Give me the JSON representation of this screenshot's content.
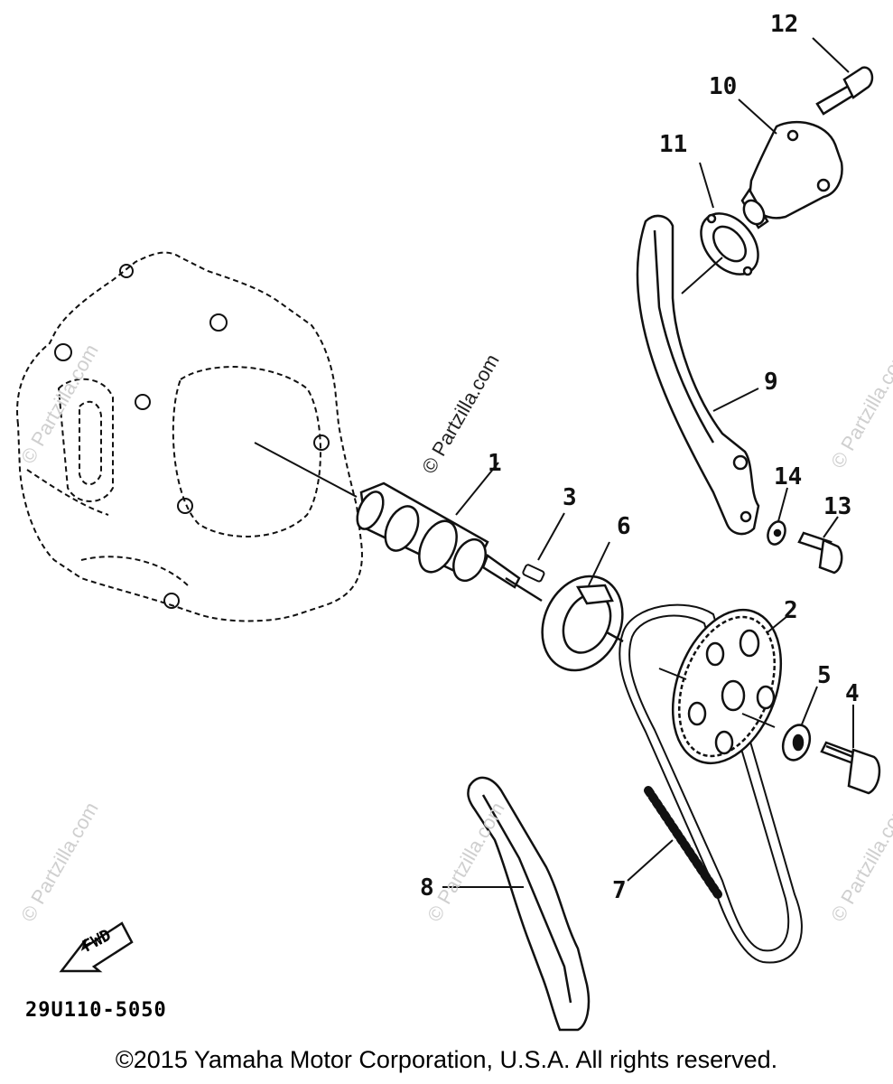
{
  "diagram": {
    "callouts": [
      "1",
      "2",
      "3",
      "4",
      "5",
      "6",
      "7",
      "8",
      "9",
      "10",
      "11",
      "12",
      "13",
      "14"
    ],
    "diagram_code": "29U110-5050",
    "fwd_label": "FWD",
    "watermark": "© Partzilla.com",
    "copyright": "©2015 Yamaha Motor Corporation, U.S.A. All rights reserved."
  }
}
